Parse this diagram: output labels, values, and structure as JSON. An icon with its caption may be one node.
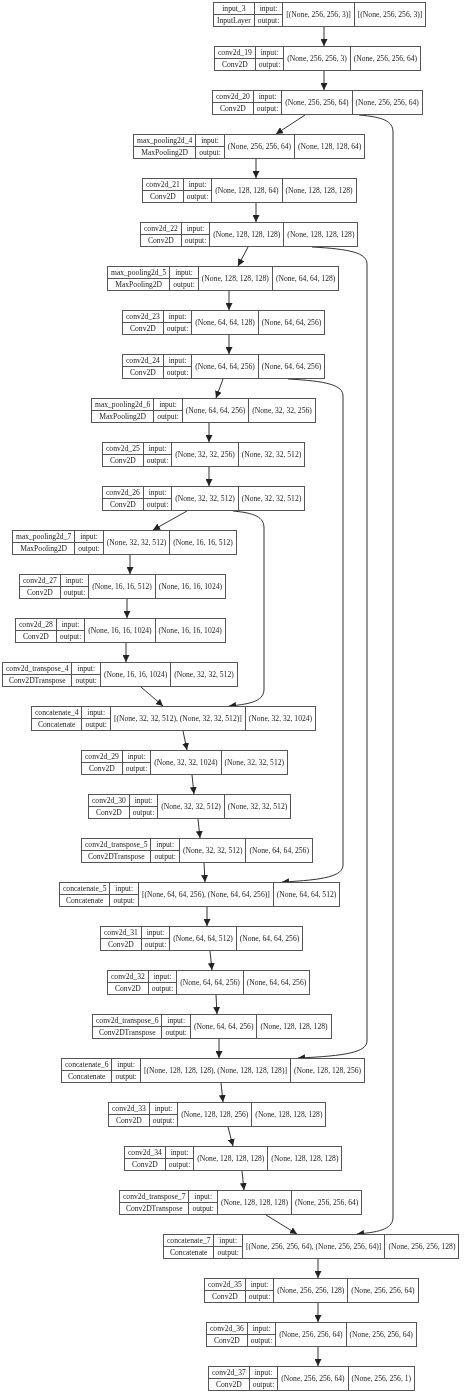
{
  "diagram": {
    "nodes": [
      {
        "text": [
          "input_3",
          "InputLayer",
          "input:",
          "output:",
          "[(None, 256, 256, 3)]",
          "[(None, 256, 256, 3)]"
        ]
      },
      {
        "text": [
          "conv2d_19",
          "Conv2D",
          "input:",
          "output:",
          "(None, 256, 256, 3)",
          "(None, 256, 256, 64)"
        ]
      },
      {
        "text": [
          "conv2d_20",
          "Conv2D",
          "input:",
          "output:",
          "(None, 256, 256, 64)",
          "(None, 256, 256, 64)"
        ]
      },
      {
        "text": [
          "max_pooling2d_4",
          "MaxPooling2D",
          "input:",
          "output:",
          "(None, 256, 256, 64)",
          "(None, 128, 128, 64)"
        ]
      },
      {
        "text": [
          "conv2d_21",
          "Conv2D",
          "input:",
          "output:",
          "(None, 128, 128, 64)",
          "(None, 128, 128, 128)"
        ]
      },
      {
        "text": [
          "conv2d_22",
          "Conv2D",
          "input:",
          "output:",
          "(None, 128, 128, 128)",
          "(None, 128, 128, 128)"
        ]
      },
      {
        "text": [
          "max_pooling2d_5",
          "MaxPooling2D",
          "input:",
          "output:",
          "(None, 128, 128, 128)",
          "(None, 64, 64, 128)"
        ]
      },
      {
        "text": [
          "conv2d_23",
          "Conv2D",
          "input:",
          "output:",
          "(None, 64, 64, 128)",
          "(None, 64, 64, 256)"
        ]
      },
      {
        "text": [
          "conv2d_24",
          "Conv2D",
          "input:",
          "output:",
          "(None, 64, 64, 256)",
          "(None, 64, 64, 256)"
        ]
      },
      {
        "text": [
          "max_pooling2d_6",
          "MaxPooling2D",
          "input:",
          "output:",
          "(None, 64, 64, 256)",
          "(None, 32, 32, 256)"
        ]
      },
      {
        "text": [
          "conv2d_25",
          "Conv2D",
          "input:",
          "output:",
          "(None, 32, 32, 256)",
          "(None, 32, 32, 512)"
        ]
      },
      {
        "text": [
          "conv2d_26",
          "Conv2D",
          "input:",
          "output:",
          "(None, 32, 32, 512)",
          "(None, 32, 32, 512)"
        ]
      },
      {
        "text": [
          "max_pooling2d_7",
          "MaxPooling2D",
          "input:",
          "output:",
          "(None, 32, 32, 512)",
          "(None, 16, 16, 512)"
        ]
      },
      {
        "text": [
          "conv2d_27",
          "Conv2D",
          "input:",
          "output:",
          "(None, 16, 16, 512)",
          "(None, 16, 16, 1024)"
        ]
      },
      {
        "text": [
          "conv2d_28",
          "Conv2D",
          "input:",
          "output:",
          "(None, 16, 16, 1024)",
          "(None, 16, 16, 1024)"
        ]
      },
      {
        "text": [
          "conv2d_transpose_4",
          "Conv2DTranspose",
          "input:",
          "output:",
          "(None, 16, 16, 1024)",
          "(None, 32, 32, 512)"
        ]
      },
      {
        "text": [
          "concatenate_4",
          "Concatenate",
          "input:",
          "output:",
          "[(None, 32, 32, 512), (None, 32, 32, 512)]",
          "(None, 32, 32, 1024)"
        ]
      },
      {
        "text": [
          "conv2d_29",
          "Conv2D",
          "input:",
          "output:",
          "(None, 32, 32, 1024)",
          "(None, 32, 32, 512)"
        ]
      },
      {
        "text": [
          "conv2d_30",
          "Conv2D",
          "input:",
          "output:",
          "(None, 32, 32, 512)",
          "(None, 32, 32, 512)"
        ]
      },
      {
        "text": [
          "conv2d_transpose_5",
          "Conv2DTranspose",
          "input:",
          "output:",
          "(None, 32, 32, 512)",
          "(None, 64, 64, 256)"
        ]
      },
      {
        "text": [
          "concatenate_5",
          "Concatenate",
          "input:",
          "output:",
          "[(None, 64, 64, 256), (None, 64, 64, 256)]",
          "(None, 64, 64, 512)"
        ]
      },
      {
        "text": [
          "conv2d_31",
          "Conv2D",
          "input:",
          "output:",
          "(None, 64, 64, 512)",
          "(None, 64, 64, 256)"
        ]
      },
      {
        "text": [
          "conv2d_32",
          "Conv2D",
          "input:",
          "output:",
          "(None, 64, 64, 256)",
          "(None, 64, 64, 256)"
        ]
      },
      {
        "text": [
          "conv2d_transpose_6",
          "Conv2DTranspose",
          "input:",
          "output:",
          "(None, 64, 64, 256)",
          "(None, 128, 128, 128)"
        ]
      },
      {
        "text": [
          "concatenate_6",
          "Concatenate",
          "input:",
          "output:",
          "[(None, 128, 128, 128), (None, 128, 128, 128)]",
          "(None, 128, 128, 256)"
        ]
      },
      {
        "text": [
          "conv2d_33",
          "Conv2D",
          "input:",
          "output:",
          "(None, 128, 128, 256)",
          "(None, 128, 128, 128)"
        ]
      },
      {
        "text": [
          "conv2d_34",
          "Conv2D",
          "input:",
          "output:",
          "(None, 128, 128, 128)",
          "(None, 128, 128, 128)"
        ]
      },
      {
        "text": [
          "conv2d_transpose_7",
          "Conv2DTranspose",
          "input:",
          "output:",
          "(None, 128, 128, 128)",
          "(None, 256, 256, 64)"
        ]
      },
      {
        "text": [
          "concatenate_7",
          "Concatenate",
          "input:",
          "output:",
          "[(None, 256, 256, 64), (None, 256, 256, 64)]",
          "(None, 256, 256, 128)"
        ]
      },
      {
        "text": [
          "conv2d_35",
          "Conv2D",
          "input:",
          "output:",
          "(None, 256, 256, 128)",
          "(None, 256, 256, 64)"
        ]
      },
      {
        "text": [
          "conv2d_36",
          "Conv2D",
          "input:",
          "output:",
          "(None, 256, 256, 64)",
          "(None, 256, 256, 64)"
        ]
      },
      {
        "text": [
          "conv2d_37",
          "Conv2D",
          "input:",
          "output:",
          "(None, 256, 256, 64)",
          "(None, 256, 256, 1)"
        ]
      }
    ],
    "edges": [
      {
        "from": 0,
        "to": 1,
        "arrow": "to"
      },
      {
        "from": 1,
        "to": 2,
        "arrow": "to"
      },
      {
        "from": 2,
        "to": 3,
        "arrow": "to"
      },
      {
        "from": 3,
        "to": 4,
        "arrow": "to"
      },
      {
        "from": 4,
        "to": 5,
        "arrow": "to"
      },
      {
        "from": 5,
        "to": 6,
        "arrow": "to"
      },
      {
        "from": 6,
        "to": 7,
        "arrow": "to"
      },
      {
        "from": 7,
        "to": 8,
        "arrow": "to"
      },
      {
        "from": 8,
        "to": 9,
        "arrow": "to"
      },
      {
        "from": 9,
        "to": 10,
        "arrow": "to"
      },
      {
        "from": 10,
        "to": 11,
        "arrow": "to"
      },
      {
        "from": 11,
        "to": 12,
        "arrow": "to"
      },
      {
        "from": 12,
        "to": 13,
        "arrow": "to"
      },
      {
        "from": 13,
        "to": 14,
        "arrow": "to"
      },
      {
        "from": 14,
        "to": 15,
        "arrow": "to"
      },
      {
        "from": 15,
        "to": 16,
        "arrow": "to"
      },
      {
        "from": 11,
        "to": 16,
        "arrow": "to"
      },
      {
        "from": 16,
        "to": 17,
        "arrow": "to"
      },
      {
        "from": 17,
        "to": 18,
        "arrow": "to"
      },
      {
        "from": 18,
        "to": 19,
        "arrow": "to"
      },
      {
        "from": 19,
        "to": 20,
        "arrow": "to"
      },
      {
        "from": 8,
        "to": 20,
        "arrow": "to"
      },
      {
        "from": 20,
        "to": 21,
        "arrow": "to"
      },
      {
        "from": 21,
        "to": 22,
        "arrow": "to"
      },
      {
        "from": 22,
        "to": 23,
        "arrow": "to"
      },
      {
        "from": 23,
        "to": 24,
        "arrow": "to"
      },
      {
        "from": 5,
        "to": 24,
        "arrow": "to"
      },
      {
        "from": 24,
        "to": 25,
        "arrow": "to"
      },
      {
        "from": 25,
        "to": 26,
        "arrow": "to"
      },
      {
        "from": 26,
        "to": 27,
        "arrow": "to"
      },
      {
        "from": 27,
        "to": 28,
        "arrow": "to"
      },
      {
        "from": 2,
        "to": 28,
        "arrow": "to"
      },
      {
        "from": 28,
        "to": 29,
        "arrow": "to"
      },
      {
        "from": 29,
        "to": 30,
        "arrow": "to"
      },
      {
        "from": 30,
        "to": 31,
        "arrow": "to"
      }
    ]
  }
}
